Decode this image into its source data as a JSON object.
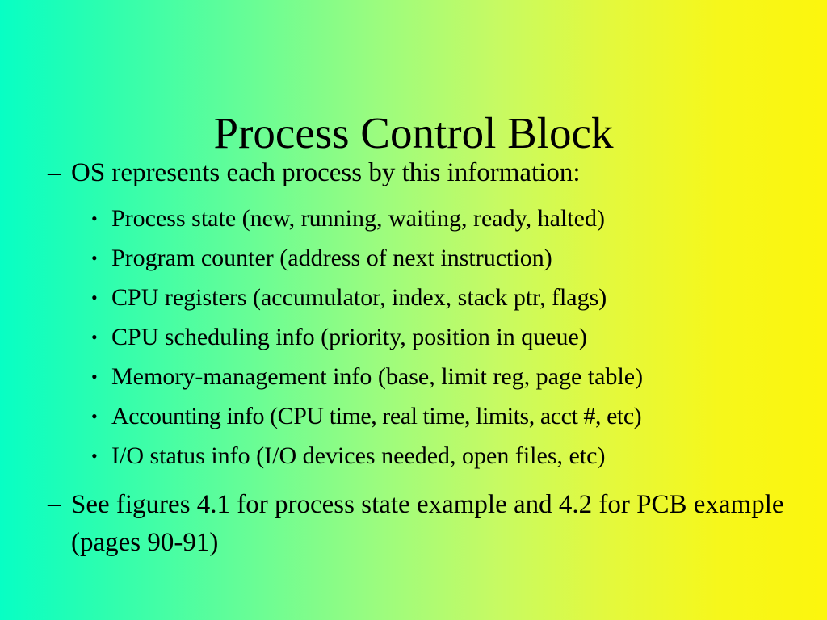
{
  "slide": {
    "title": "Process Control Block",
    "background": {
      "gradient_start": "#07ffc4",
      "gradient_end": "#fcf60d",
      "direction": "left-to-right"
    },
    "text_color": "#000000",
    "level1_marker": "–",
    "level2_marker": "•",
    "bullets": [
      {
        "level": 1,
        "text": "OS represents each process by this information:"
      },
      {
        "level": 2,
        "text": "Process state (new, running, waiting, ready, halted)"
      },
      {
        "level": 2,
        "text": "Program counter (address of next instruction)"
      },
      {
        "level": 2,
        "text": "CPU registers (accumulator, index, stack ptr, flags)"
      },
      {
        "level": 2,
        "text": "CPU scheduling info (priority, position in queue)"
      },
      {
        "level": 2,
        "text": "Memory-management info (base, limit reg, page table)"
      },
      {
        "level": 2,
        "text": "Accounting info (CPU time, real time, limits, acct #, etc)"
      },
      {
        "level": 2,
        "text": "I/O status info (I/O devices needed, open files, etc)"
      },
      {
        "level": 1,
        "text": "See figures 4.1 for process state example and 4.2 for PCB example (pages 90-91)"
      }
    ]
  }
}
